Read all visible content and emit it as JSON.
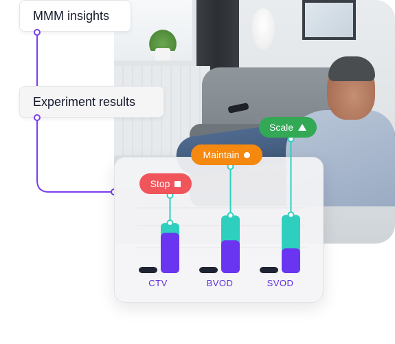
{
  "labels": {
    "mmm_insights": "MMM insights",
    "experiment_results": "Experiment results"
  },
  "tags": {
    "stop": "Stop",
    "maintain": "Maintain",
    "scale": "Scale"
  },
  "icons": {
    "stop": "square-icon",
    "maintain": "circle-icon",
    "scale": "triangle-up-icon"
  },
  "colors": {
    "purple": "#6a35f0",
    "teal": "#2ecfbe",
    "dark": "#1f2433",
    "stop": "#f0555b",
    "maintain": "#f5880f",
    "scale": "#33a956",
    "connector": "#7b3df0"
  },
  "chart_data": {
    "type": "bar",
    "categories": [
      "CTV",
      "BVOD",
      "SVOD"
    ],
    "series": [
      {
        "key": "baseline",
        "values": [
          1,
          1,
          1
        ]
      },
      {
        "key": "measured",
        "values": [
          6.5,
          5.3,
          4.0
        ]
      },
      {
        "key": "incremental",
        "values": [
          1.6,
          4.0,
          5.4
        ]
      }
    ],
    "ylim": [
      0,
      12
    ]
  }
}
